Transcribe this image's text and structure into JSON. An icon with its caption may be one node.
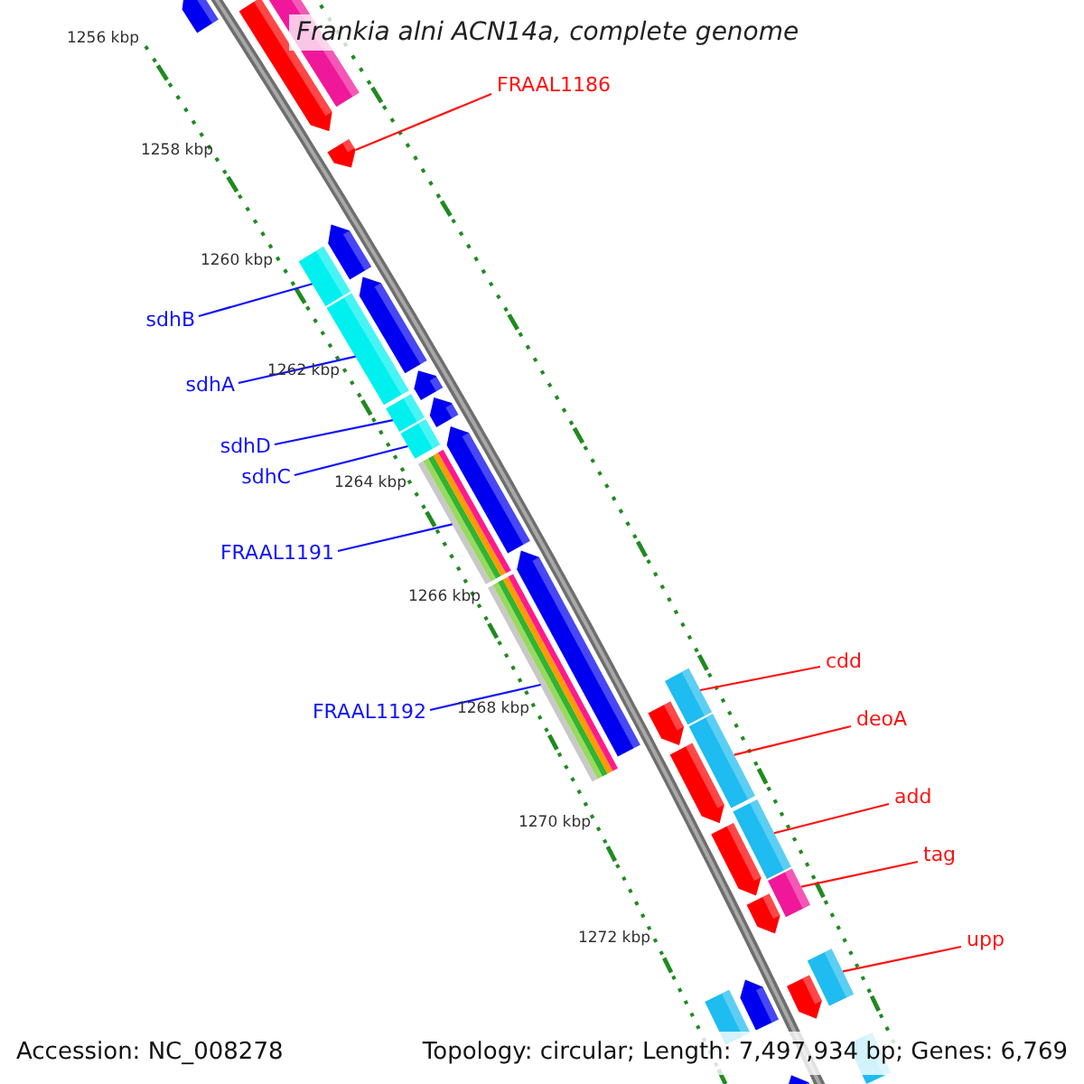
{
  "diagram": {
    "title": "Frankia alni ACN14a, complete genome",
    "nodes": [
      {
        "text": [
          "FRAAL1186"
        ]
      },
      {
        "text": [
          "sdhB"
        ]
      },
      {
        "text": [
          "sdhA"
        ]
      },
      {
        "text": [
          "sdhD"
        ]
      },
      {
        "text": [
          "sdhC"
        ]
      },
      {
        "text": [
          "FRAAL1191"
        ]
      },
      {
        "text": [
          "FRAAL1192"
        ]
      },
      {
        "text": [
          "cdd"
        ]
      },
      {
        "text": [
          "deoA"
        ]
      },
      {
        "text": [
          "add"
        ]
      },
      {
        "text": [
          "tag"
        ]
      },
      {
        "text": [
          "upp"
        ]
      },
      {
        "text": [],
        "shape": "bar"
      },
      {
        "text": [],
        "shape": "bar"
      },
      {
        "text": [],
        "shape": "bar"
      },
      {
        "text": [],
        "shape": "bar"
      },
      {
        "text": [],
        "shape": "bar"
      },
      {
        "text": [],
        "shape": "bar"
      },
      {
        "text": [],
        "shape": "bar"
      },
      {
        "text": [],
        "shape": "bar"
      },
      {
        "text": [],
        "shape": "bar"
      },
      {
        "text": [],
        "shape": "bar"
      },
      {
        "text": [],
        "shape": "bar"
      },
      {
        "text": [],
        "shape": "bar"
      },
      {
        "text": [],
        "shape": "bar"
      },
      {
        "text": [],
        "shape": "bar"
      },
      {
        "text": [],
        "shape": "bar"
      },
      {
        "text": [],
        "shape": "bar"
      },
      {
        "text": [],
        "shape": "bar"
      },
      {
        "text": [],
        "shape": "bar"
      },
      {
        "text": [],
        "shape": "bar"
      },
      {
        "text": [],
        "shape": "bar"
      },
      {
        "text": [],
        "shape": "bar"
      },
      {
        "text": [],
        "shape": "bar"
      },
      {
        "text": [],
        "shape": "bar"
      },
      {
        "text": [],
        "shape": "bar"
      },
      {
        "text": [],
        "shape": "bar"
      },
      {
        "text": [],
        "shape": "bar"
      },
      {
        "text": [],
        "shape": "bar"
      },
      {
        "text": [],
        "shape": "bar"
      },
      {
        "text": [],
        "shape": "bar"
      },
      {
        "text": [],
        "shape": "bar"
      }
    ],
    "edges": [
      {
        "from": 0,
        "to": 12,
        "arrow": "none",
        "color": "#ff1010"
      },
      {
        "from": 1,
        "to": 13,
        "arrow": "none",
        "color": "#1010ff"
      },
      {
        "from": 2,
        "to": 14,
        "arrow": "none",
        "color": "#1010ff"
      },
      {
        "from": 3,
        "to": 15,
        "arrow": "none",
        "color": "#1010ff"
      },
      {
        "from": 4,
        "to": 16,
        "arrow": "none",
        "color": "#1010ff"
      },
      {
        "from": 5,
        "to": 17,
        "arrow": "none",
        "color": "#1010ff"
      },
      {
        "from": 6,
        "to": 18,
        "arrow": "none",
        "color": "#1010ff"
      },
      {
        "from": 7,
        "to": 19,
        "arrow": "none",
        "color": "#ff1010"
      },
      {
        "from": 8,
        "to": 20,
        "arrow": "none",
        "color": "#ff1010"
      },
      {
        "from": 9,
        "to": 21,
        "arrow": "none",
        "color": "#ff1010"
      },
      {
        "from": 10,
        "to": 22,
        "arrow": "none",
        "color": "#ff1010"
      },
      {
        "from": 11,
        "to": 23,
        "arrow": "none",
        "color": "#ff1010"
      }
    ],
    "labels": [
      "1256 kbp",
      "1258 kbp",
      "1260 kbp",
      "1262 kbp",
      "1264 kbp",
      "1266 kbp",
      "1268 kbp",
      "1270 kbp",
      "1272 kbp",
      "Accession: NC_008278",
      "Topology: circular; Length: 7,497,934 bp; Genes: 6,769"
    ]
  }
}
